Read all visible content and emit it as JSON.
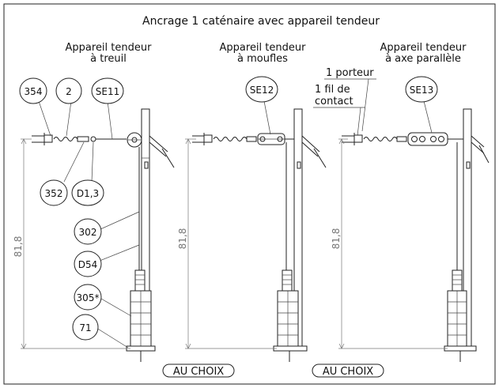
{
  "title": "Ancrage 1 caténaire avec appareil tendeur",
  "panels": [
    {
      "heading_line1": "Appareil tendeur",
      "heading_line2": "à treuil",
      "callouts": [
        "354",
        "2",
        "SE11",
        "352",
        "D1,3",
        "302",
        "D54",
        "305*",
        "71"
      ],
      "dimension": "81,8"
    },
    {
      "heading_line1": "Appareil tendeur",
      "heading_line2": "à moufles",
      "callouts": [
        "SE12"
      ],
      "dimension": "81,8",
      "option": "AU CHOIX"
    },
    {
      "heading_line1": "Appareil tendeur",
      "heading_line2": "à axe parallèle",
      "callouts": [
        "SE13"
      ],
      "dimension": "81,8",
      "option": "AU CHOIX",
      "labels": [
        "1 porteur",
        "1 fil de",
        "contact"
      ]
    }
  ]
}
